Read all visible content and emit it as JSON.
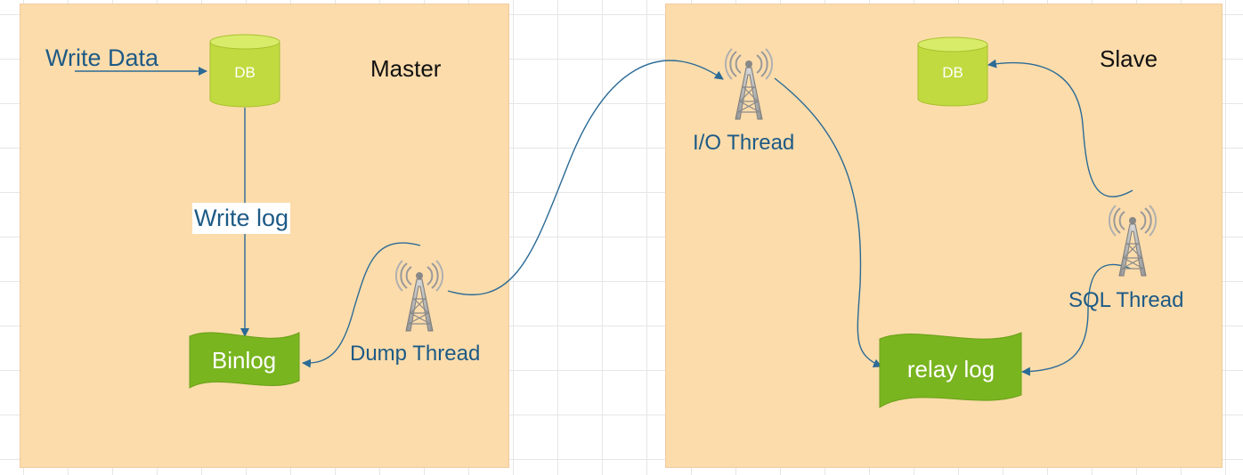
{
  "master": {
    "title": "Master",
    "db_label": "DB",
    "write_data_label": "Write Data",
    "write_log_label": "Write log",
    "binlog_label": "Binlog",
    "dump_thread_label": "Dump Thread"
  },
  "slave": {
    "title": "Slave",
    "db_label": "DB",
    "io_thread_label": "I/O Thread",
    "sql_thread_label": "SQL Thread",
    "relay_log_label": "relay log"
  },
  "colors": {
    "panel": "#fcdcab",
    "db_fill": "#c1da3f",
    "doc_fill": "#79b51f",
    "arrow": "#2b6b96",
    "label_text": "#1d5a86"
  },
  "icons": {
    "database": "cylinder",
    "log_document": "wavy-document",
    "thread": "radio-tower-icon"
  }
}
